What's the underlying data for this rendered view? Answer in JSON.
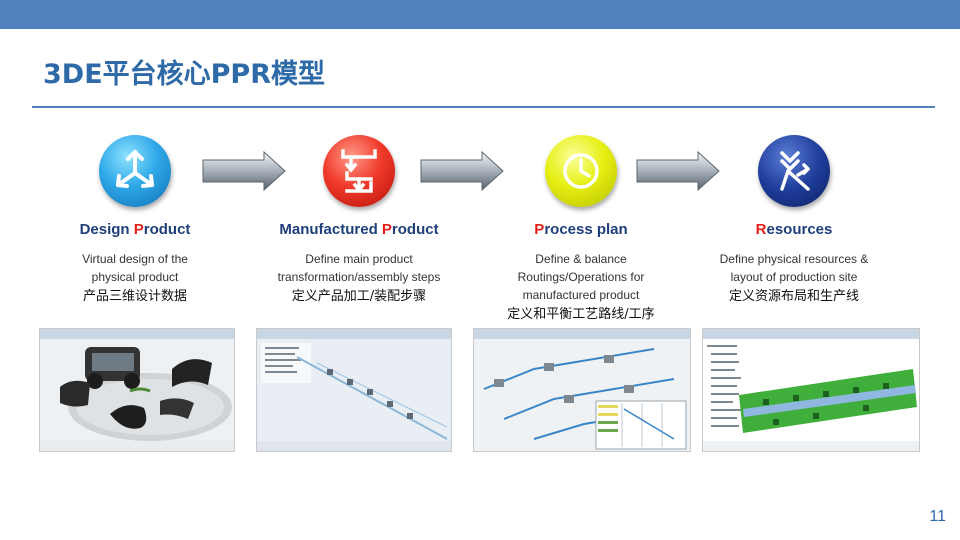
{
  "title": "3DE平台核心PPR模型",
  "page_number": "11",
  "columns": [
    {
      "heading_hl": "P",
      "heading_prefix": "Design ",
      "heading_suffix": "roduct",
      "desc_lines": [
        "Virtual design of the",
        "physical product"
      ],
      "cn": "产品三维设计数据",
      "icon": "design-product-icon",
      "color": "#2fa8e8"
    },
    {
      "heading_prefix": "Manufactured ",
      "heading_hl": "P",
      "heading_suffix": "roduct",
      "desc_lines": [
        "Define main product",
        "transformation/assembly steps"
      ],
      "cn": "定义产品加工/装配步骤",
      "icon": "manufactured-product-icon",
      "color": "#f03a2a"
    },
    {
      "heading_prefix": "",
      "heading_hl": "P",
      "heading_suffix": "rocess plan",
      "desc_lines": [
        "Define & balance",
        "Routings/Operations for",
        "manufactured product"
      ],
      "cn": "定义和平衡工艺路线/工序",
      "icon": "process-plan-icon",
      "color": "#e6ef12"
    },
    {
      "heading_prefix": "",
      "heading_hl": "R",
      "heading_suffix": "esources",
      "desc_lines": [
        "Define physical resources &",
        "layout of production site"
      ],
      "cn": "定义资源布局和生产线",
      "icon": "resources-icon",
      "color": "#1f3d9a"
    }
  ]
}
